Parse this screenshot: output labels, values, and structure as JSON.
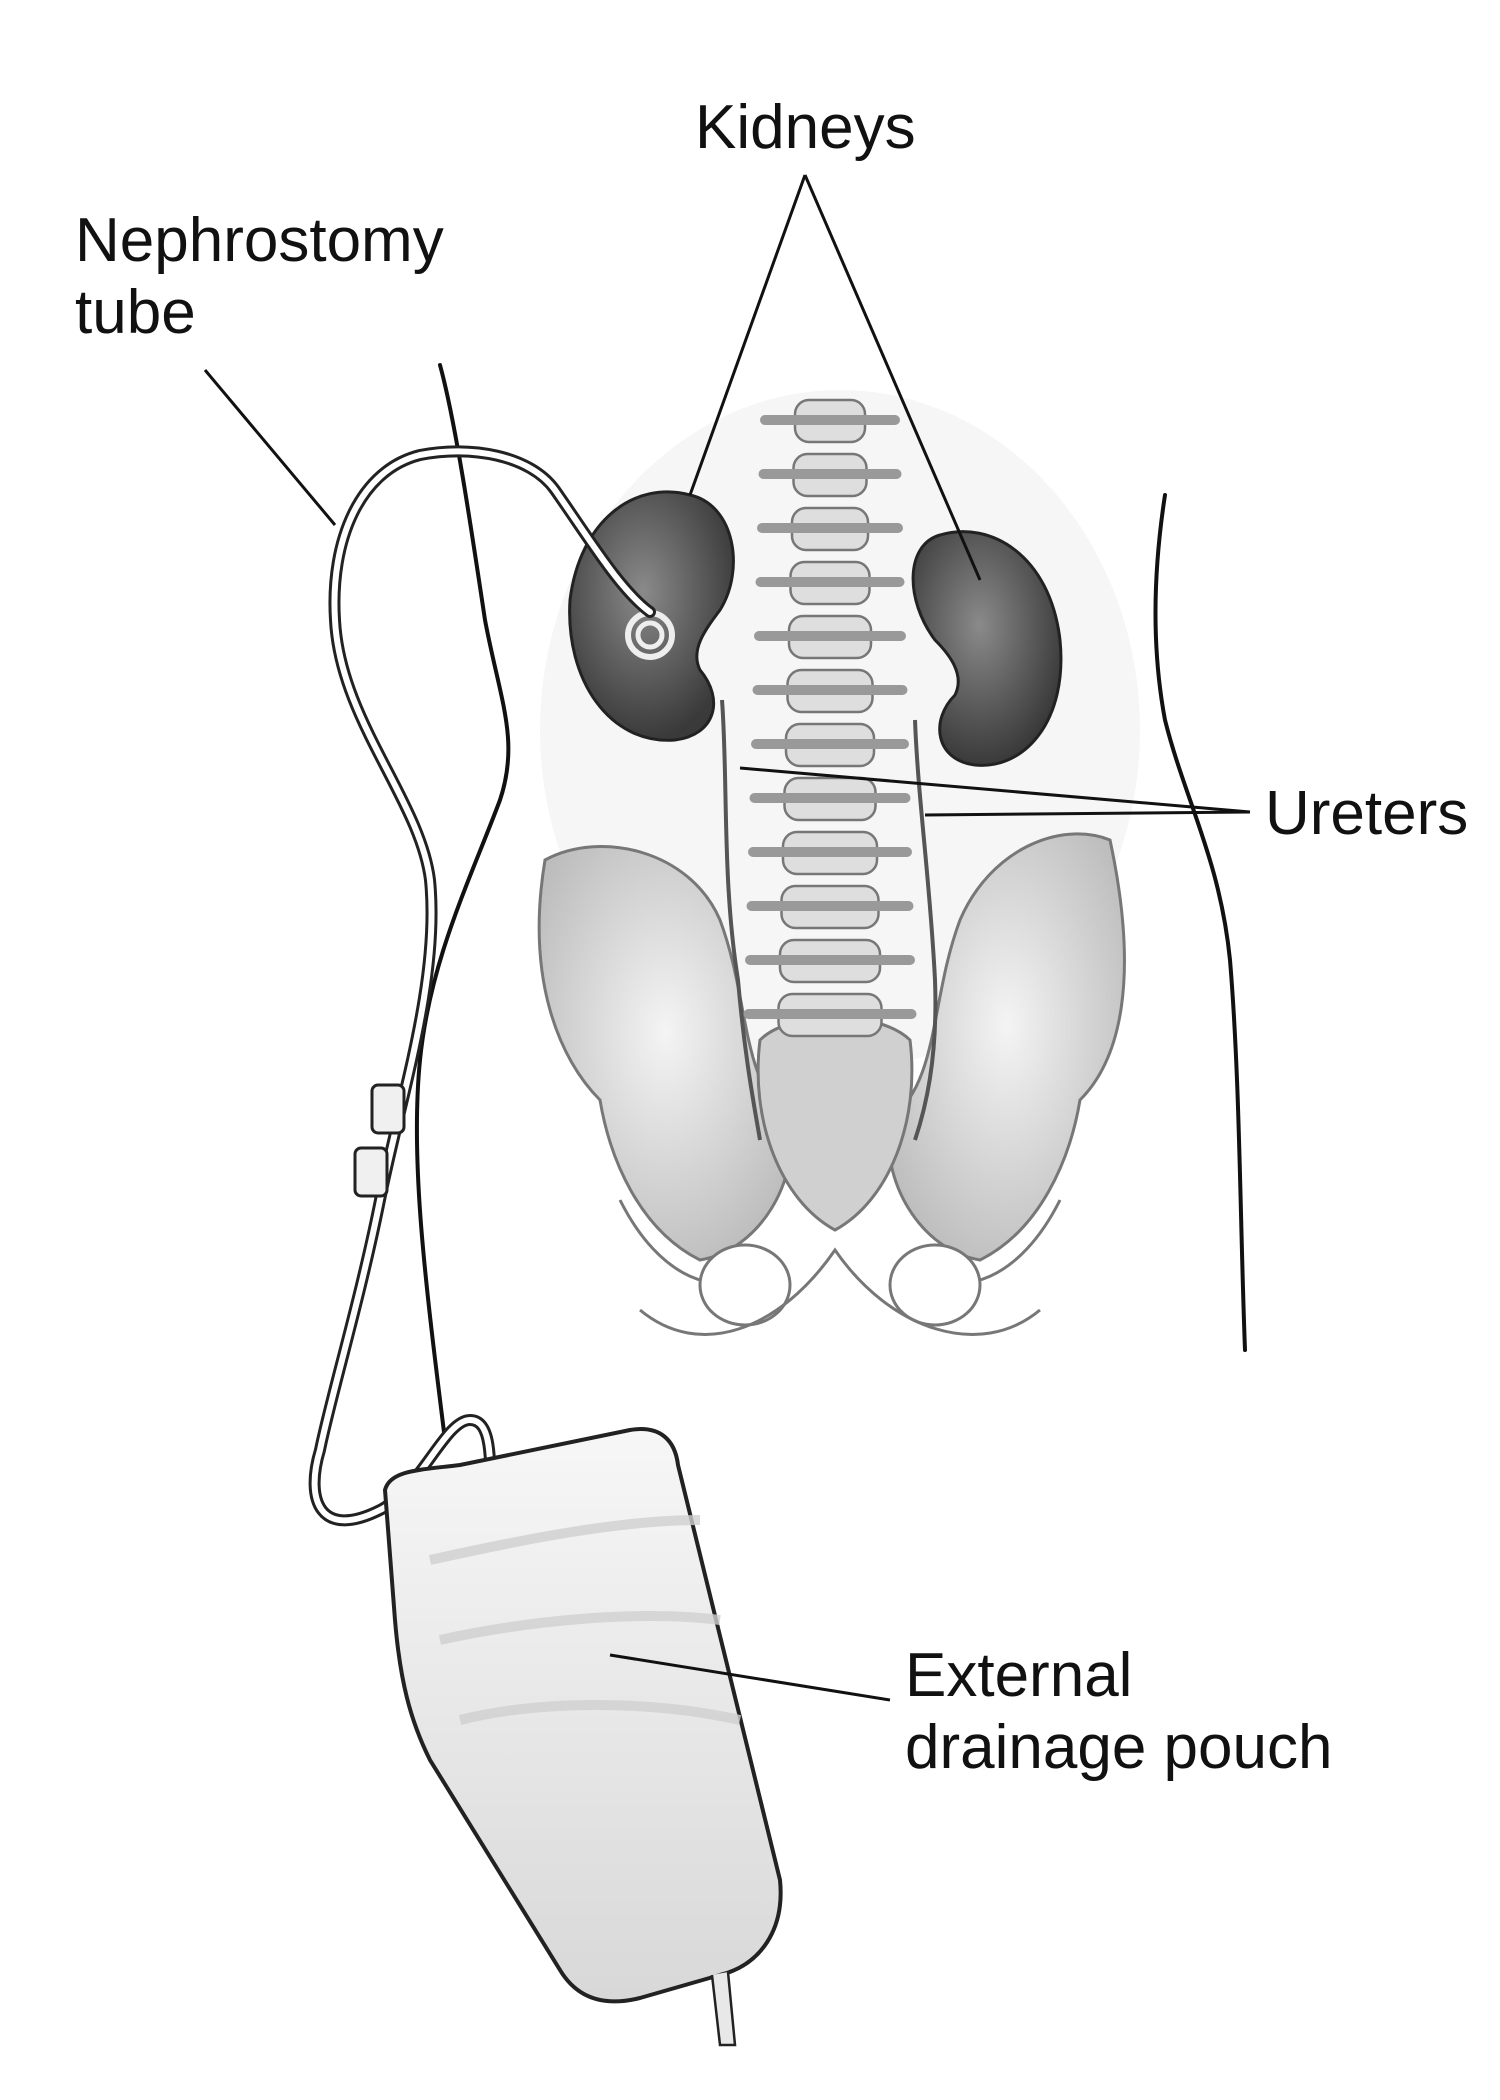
{
  "labels": {
    "kidneys": "Kidneys",
    "nephrostomy_tube": [
      "Nephrostomy",
      "tube"
    ],
    "ureters": "Ureters",
    "external_drainage_pouch": [
      "External",
      "drainage pouch"
    ]
  },
  "colors": {
    "background": "#ffffff",
    "ink": "#111111",
    "kidney_fill": "#5a5a5a",
    "bone_fill": "#e6e6e6",
    "pouch_fill": "#efefef"
  }
}
